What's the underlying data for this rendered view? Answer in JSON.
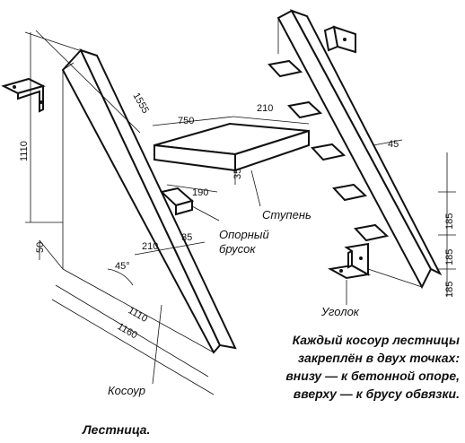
{
  "title": "Лестница.",
  "labels": {
    "step": "Ступень",
    "support_bar_line1": "Опорный",
    "support_bar_line2": "брусок",
    "angle_bracket": "Уголок",
    "stringer": "Косоур"
  },
  "note": [
    "Каждый косоур лестницы",
    "закреплён в двух точках:",
    "внизу — к бетонной опоре,",
    "вверху — к брусу обвязки."
  ],
  "dimensions": {
    "total_height": "1110",
    "diag_length": "1555",
    "step_length": "750",
    "step_depth": "210",
    "step_thickness": "35",
    "bar_length": "190",
    "bottom_offset": "50",
    "stringer_base_width": "210",
    "stringer_base_thickness": "35",
    "angle": "45°",
    "stringer_length_inner": "1110",
    "stringer_length_outer": "1160",
    "step_rise_1": "185",
    "step_rise_2": "185",
    "step_rise_3": "185",
    "step_nosing": "45"
  }
}
